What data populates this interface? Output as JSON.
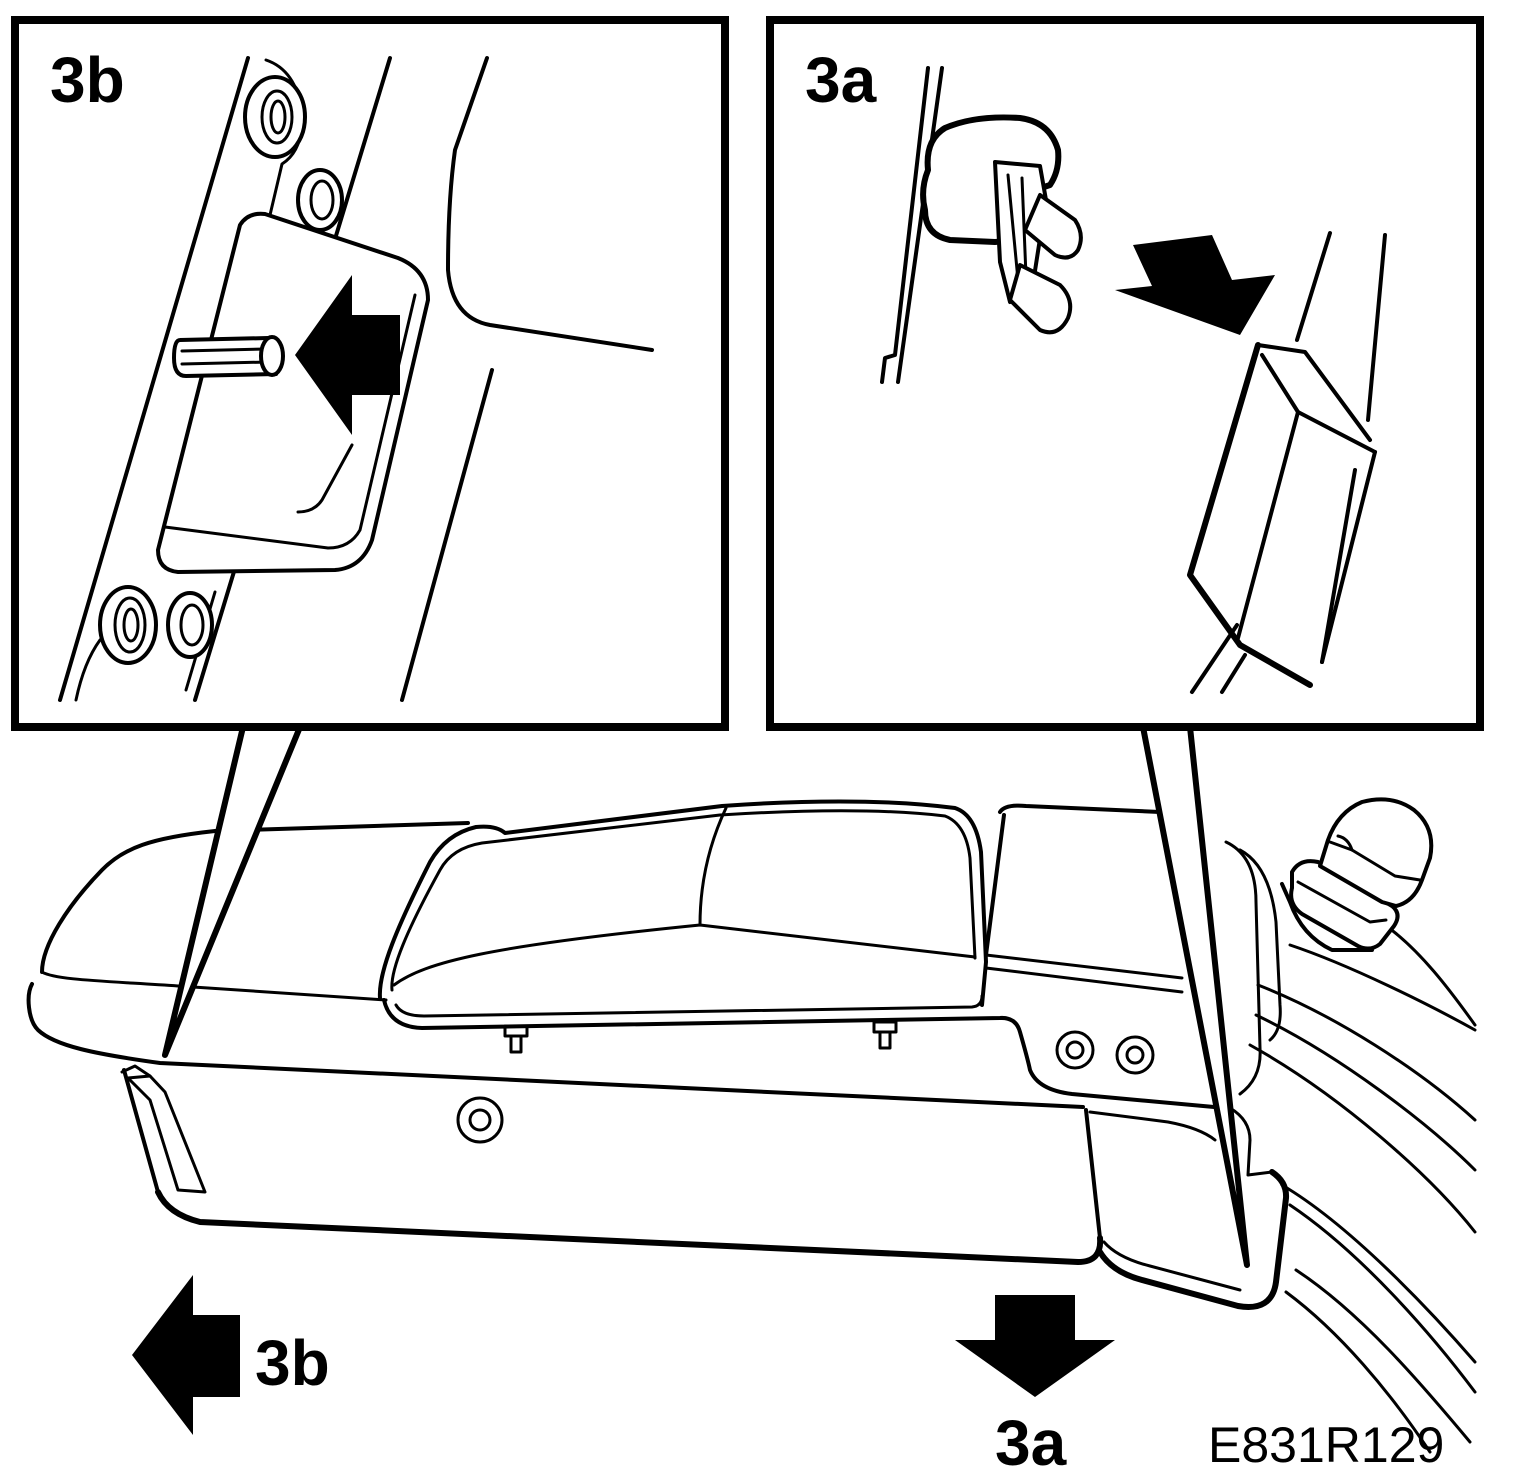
{
  "colors": {
    "ink": "#000000",
    "paper": "#ffffff"
  },
  "insets": {
    "detail_b": {
      "label": "3b"
    },
    "detail_a": {
      "label": "3a"
    }
  },
  "callouts": {
    "arrow_left_label": "3b",
    "arrow_down_label": "3a"
  },
  "figure_code": "E831R129"
}
